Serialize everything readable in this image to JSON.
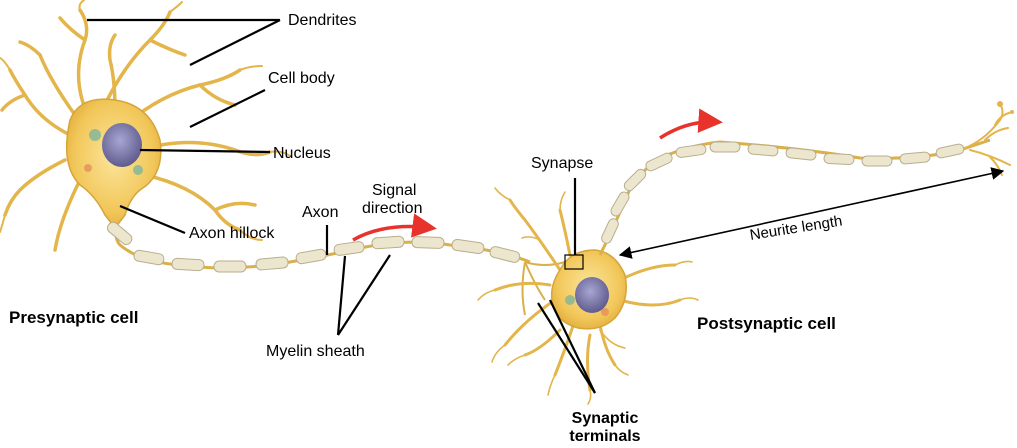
{
  "labels": {
    "dendrites": "Dendrites",
    "cell_body": "Cell body",
    "nucleus": "Nucleus",
    "axon_hillock": "Axon hillock",
    "axon": "Axon",
    "signal_direction_1": "Signal",
    "signal_direction_2": "direction",
    "presynaptic_cell": "Presynaptic cell",
    "myelin_sheath": "Myelin sheath",
    "synapse": "Synapse",
    "postsynaptic_cell": "Postsynaptic cell",
    "synaptic_terminals_1": "Synaptic",
    "synaptic_terminals_2": "terminals",
    "neurite_length": "Neurite length"
  },
  "colors": {
    "cell_fill": "#f2c75a",
    "cell_edge": "#c89a2a",
    "nucleus": "#7a78a8",
    "myelin": "#ede6cf",
    "myelin_edge": "#b9ae8c",
    "axon": "#d9b04a",
    "arrow_red": "#e8332c",
    "leader_line": "#000000"
  }
}
